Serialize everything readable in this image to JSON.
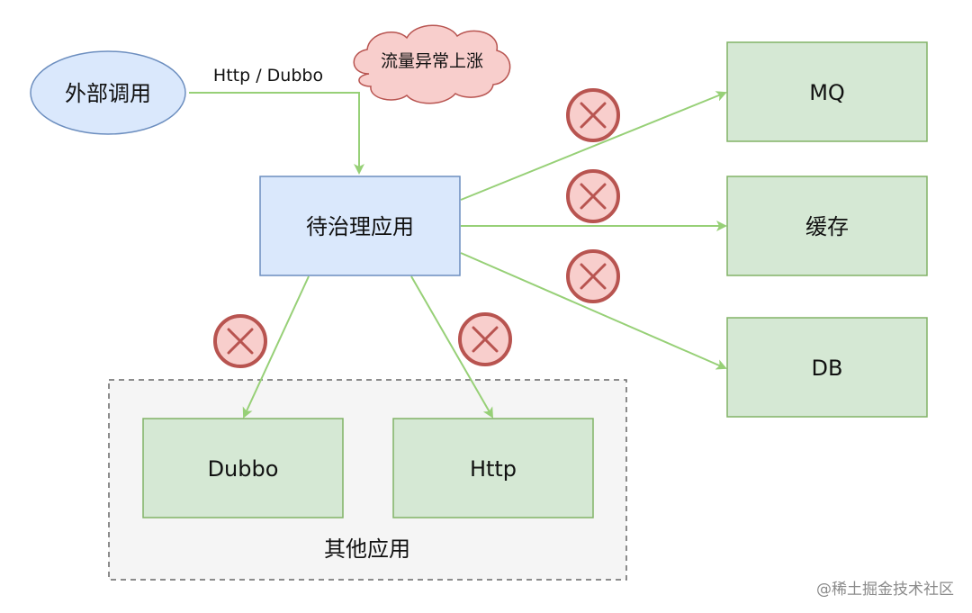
{
  "nodes": {
    "external_call": "外部调用",
    "target_app": "待治理应用",
    "mq": "MQ",
    "cache": "缓存",
    "db": "DB",
    "dubbo": "Dubbo",
    "http": "Http",
    "other_apps_group": "其他应用"
  },
  "cloud_label": "流量异常上涨",
  "edge_labels": {
    "external_to_target": "Http / Dubbo"
  },
  "watermark": "@稀土掘金技术社区",
  "colors": {
    "ellipse_fill": "#dae8fc",
    "ellipse_stroke": "#6c8ebf",
    "target_fill": "#dae8fc",
    "target_stroke": "#6c8ebf",
    "green_fill": "#d5e8d4",
    "green_stroke": "#82b366",
    "cloud_fill": "#f8cecc",
    "cloud_stroke": "#b85450",
    "arrow": "#97d077",
    "block_fill": "#f8cecc",
    "block_stroke": "#b85450",
    "group_fill": "#f5f5f5",
    "group_stroke": "#666666"
  }
}
